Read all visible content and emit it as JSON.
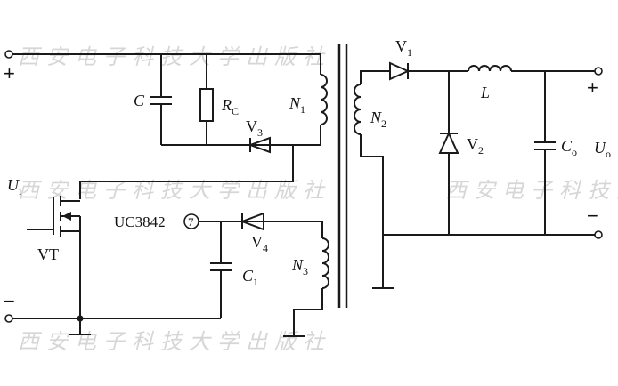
{
  "labels": {
    "plus_in": "+",
    "minus_in": "−",
    "ui_main": "U",
    "ui_sub": "i",
    "c_main": "C",
    "rc_main": "R",
    "rc_sub": "C",
    "n1_main": "N",
    "n1_sub": "1",
    "v3_main": "V",
    "v3_sub": "3",
    "vt": "VT",
    "uc3842": "UC3842",
    "pin7": "7",
    "v4_main": "V",
    "v4_sub": "4",
    "c1_main": "C",
    "c1_sub": "1",
    "n3_main": "N",
    "n3_sub": "3",
    "n2_main": "N",
    "n2_sub": "2",
    "v1_main": "V",
    "v1_sub": "1",
    "l_main": "L",
    "v2_main": "V",
    "v2_sub": "2",
    "co_main": "C",
    "co_sub": "o",
    "uo_main": "U",
    "uo_sub": "o",
    "plus_out": "+",
    "minus_out": "−"
  },
  "watermark": "西安电子科技大学出版社"
}
